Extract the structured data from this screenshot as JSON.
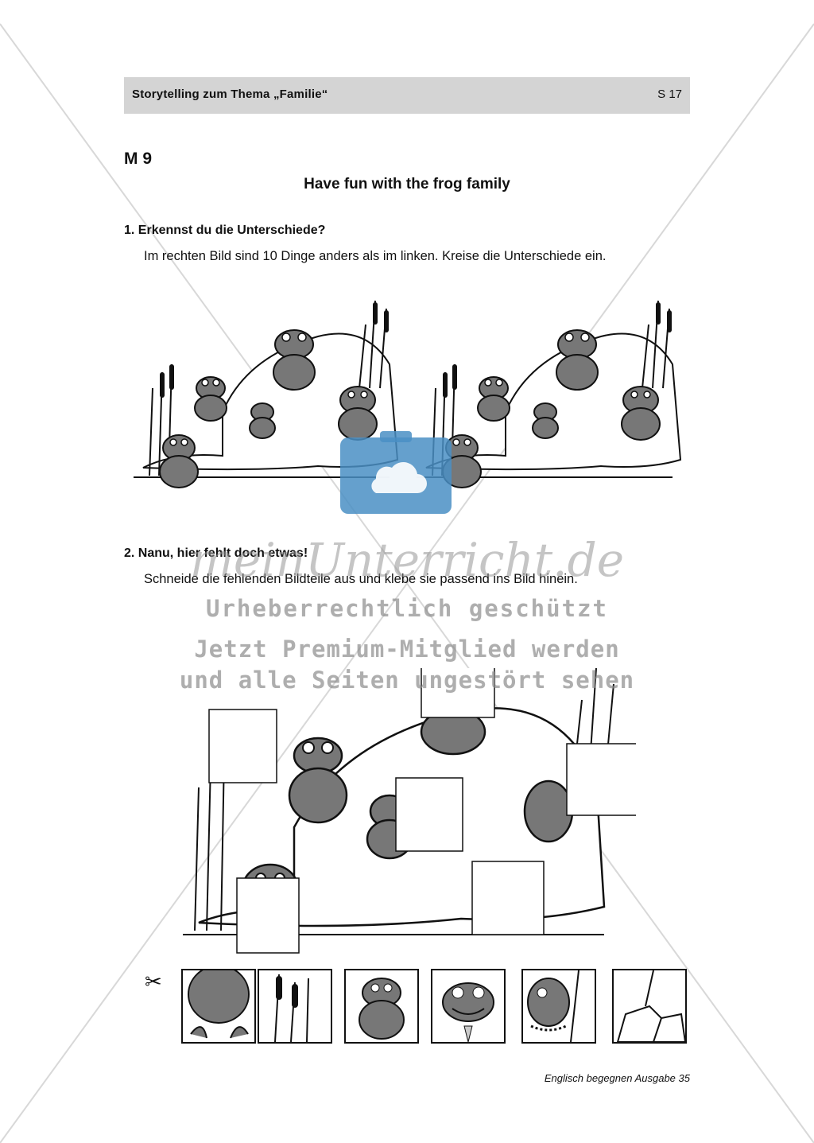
{
  "header": {
    "title": "Storytelling zum Thema „Familie“",
    "page": "S 17"
  },
  "material": "M 9",
  "title": "Have fun with the frog family",
  "task1": {
    "heading": "1.  Erkennst du die Unterschiede?",
    "instruction": "Im rechten Bild sind 10 Dinge anders als im linken. Kreise die Unterschiede ein."
  },
  "task2": {
    "heading": "2.  Nanu, hier fehlt doch etwas!",
    "instruction": "Schneide die fehlenden Bildteile aus und klebe sie passend ins Bild hinein."
  },
  "watermark": {
    "brand": "meinUnterricht.de",
    "line1": "Urheberrechtlich geschützt",
    "line2": "Jetzt Premium-Mitglied werden",
    "line3": "und alle Seiten ungestört sehen"
  },
  "scissors_icon": "scissors-icon",
  "cutout_pieces": [
    "frog-legs",
    "reeds",
    "small-frog",
    "frog-with-tie",
    "frog-with-pearls",
    "rocks"
  ],
  "footer": "Englisch begegnen Ausgabe 35"
}
